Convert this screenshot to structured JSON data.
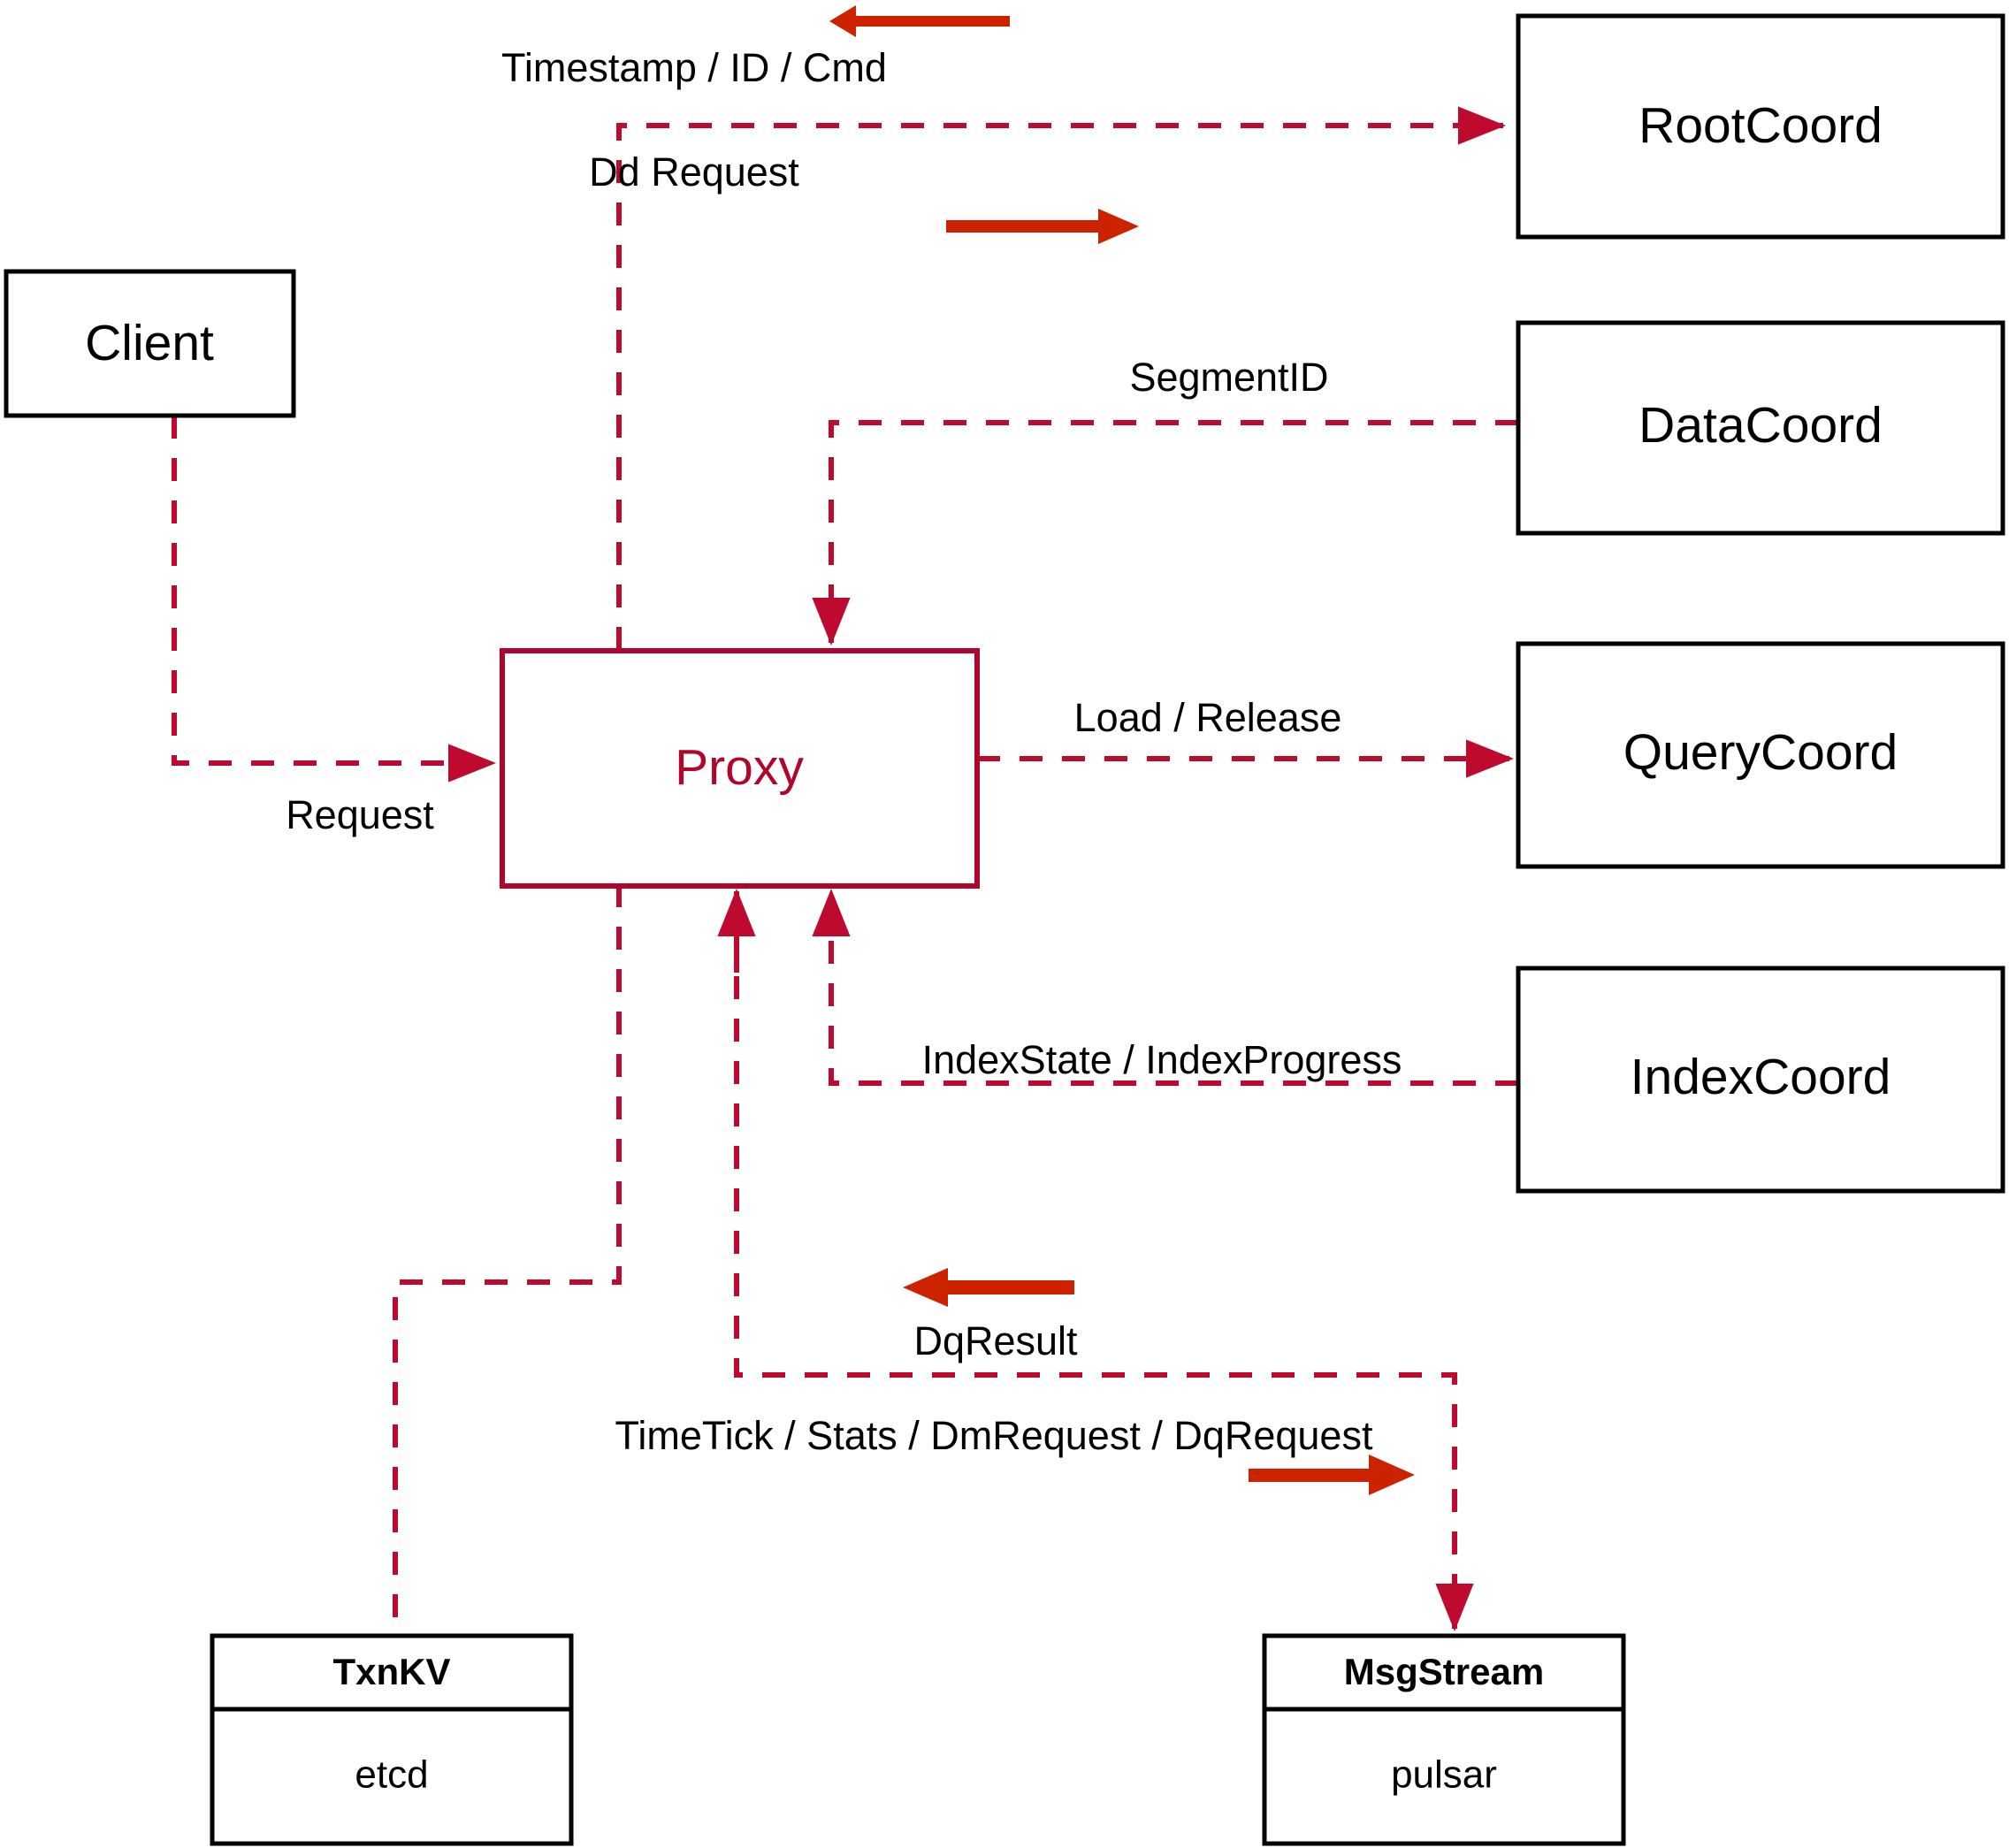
{
  "diagram": {
    "title": "Milvus Proxy interaction diagram",
    "colors": {
      "dashed_edge": "#BE0A2E",
      "bold_arrow": "#CC2200",
      "accent_node": "#B1062B",
      "node_border": "#000000",
      "background": "#ffffff"
    }
  },
  "nodes": {
    "client": {
      "label": "Client"
    },
    "proxy": {
      "label": "Proxy"
    },
    "root_coord": {
      "label": "RootCoord"
    },
    "data_coord": {
      "label": "DataCoord"
    },
    "query_coord": {
      "label": "QueryCoord"
    },
    "index_coord": {
      "label": "IndexCoord"
    },
    "txn_kv": {
      "label": "TxnKV",
      "impl": "etcd"
    },
    "msg_stream": {
      "label": "MsgStream",
      "impl": "pulsar"
    }
  },
  "edges": [
    {
      "id": "timestamp-id-cmd",
      "label": "Timestamp / ID / Cmd",
      "from": "RootCoord",
      "to": "Proxy",
      "direction": "left"
    },
    {
      "id": "dd-request",
      "label": "Dd Request",
      "from": "Proxy",
      "to": "RootCoord",
      "direction": "right"
    },
    {
      "id": "segment-id",
      "label": "SegmentID",
      "from": "DataCoord",
      "to": "Proxy",
      "direction": "left"
    },
    {
      "id": "load-release",
      "label": "Load / Release",
      "from": "Proxy",
      "to": "QueryCoord",
      "direction": "right"
    },
    {
      "id": "index-state-progress",
      "label": "IndexState / IndexProgress",
      "from": "IndexCoord",
      "to": "Proxy",
      "direction": "left"
    },
    {
      "id": "request",
      "label": "Request",
      "from": "Client",
      "to": "Proxy",
      "direction": "right"
    },
    {
      "id": "dq-result",
      "label": "DqResult",
      "from": "MsgStream",
      "to": "Proxy",
      "direction": "left"
    },
    {
      "id": "timetick-stats-dm-dq",
      "label": "TimeTick / Stats / DmRequest / DqRequest",
      "from": "Proxy",
      "to": "MsgStream",
      "direction": "right"
    }
  ]
}
